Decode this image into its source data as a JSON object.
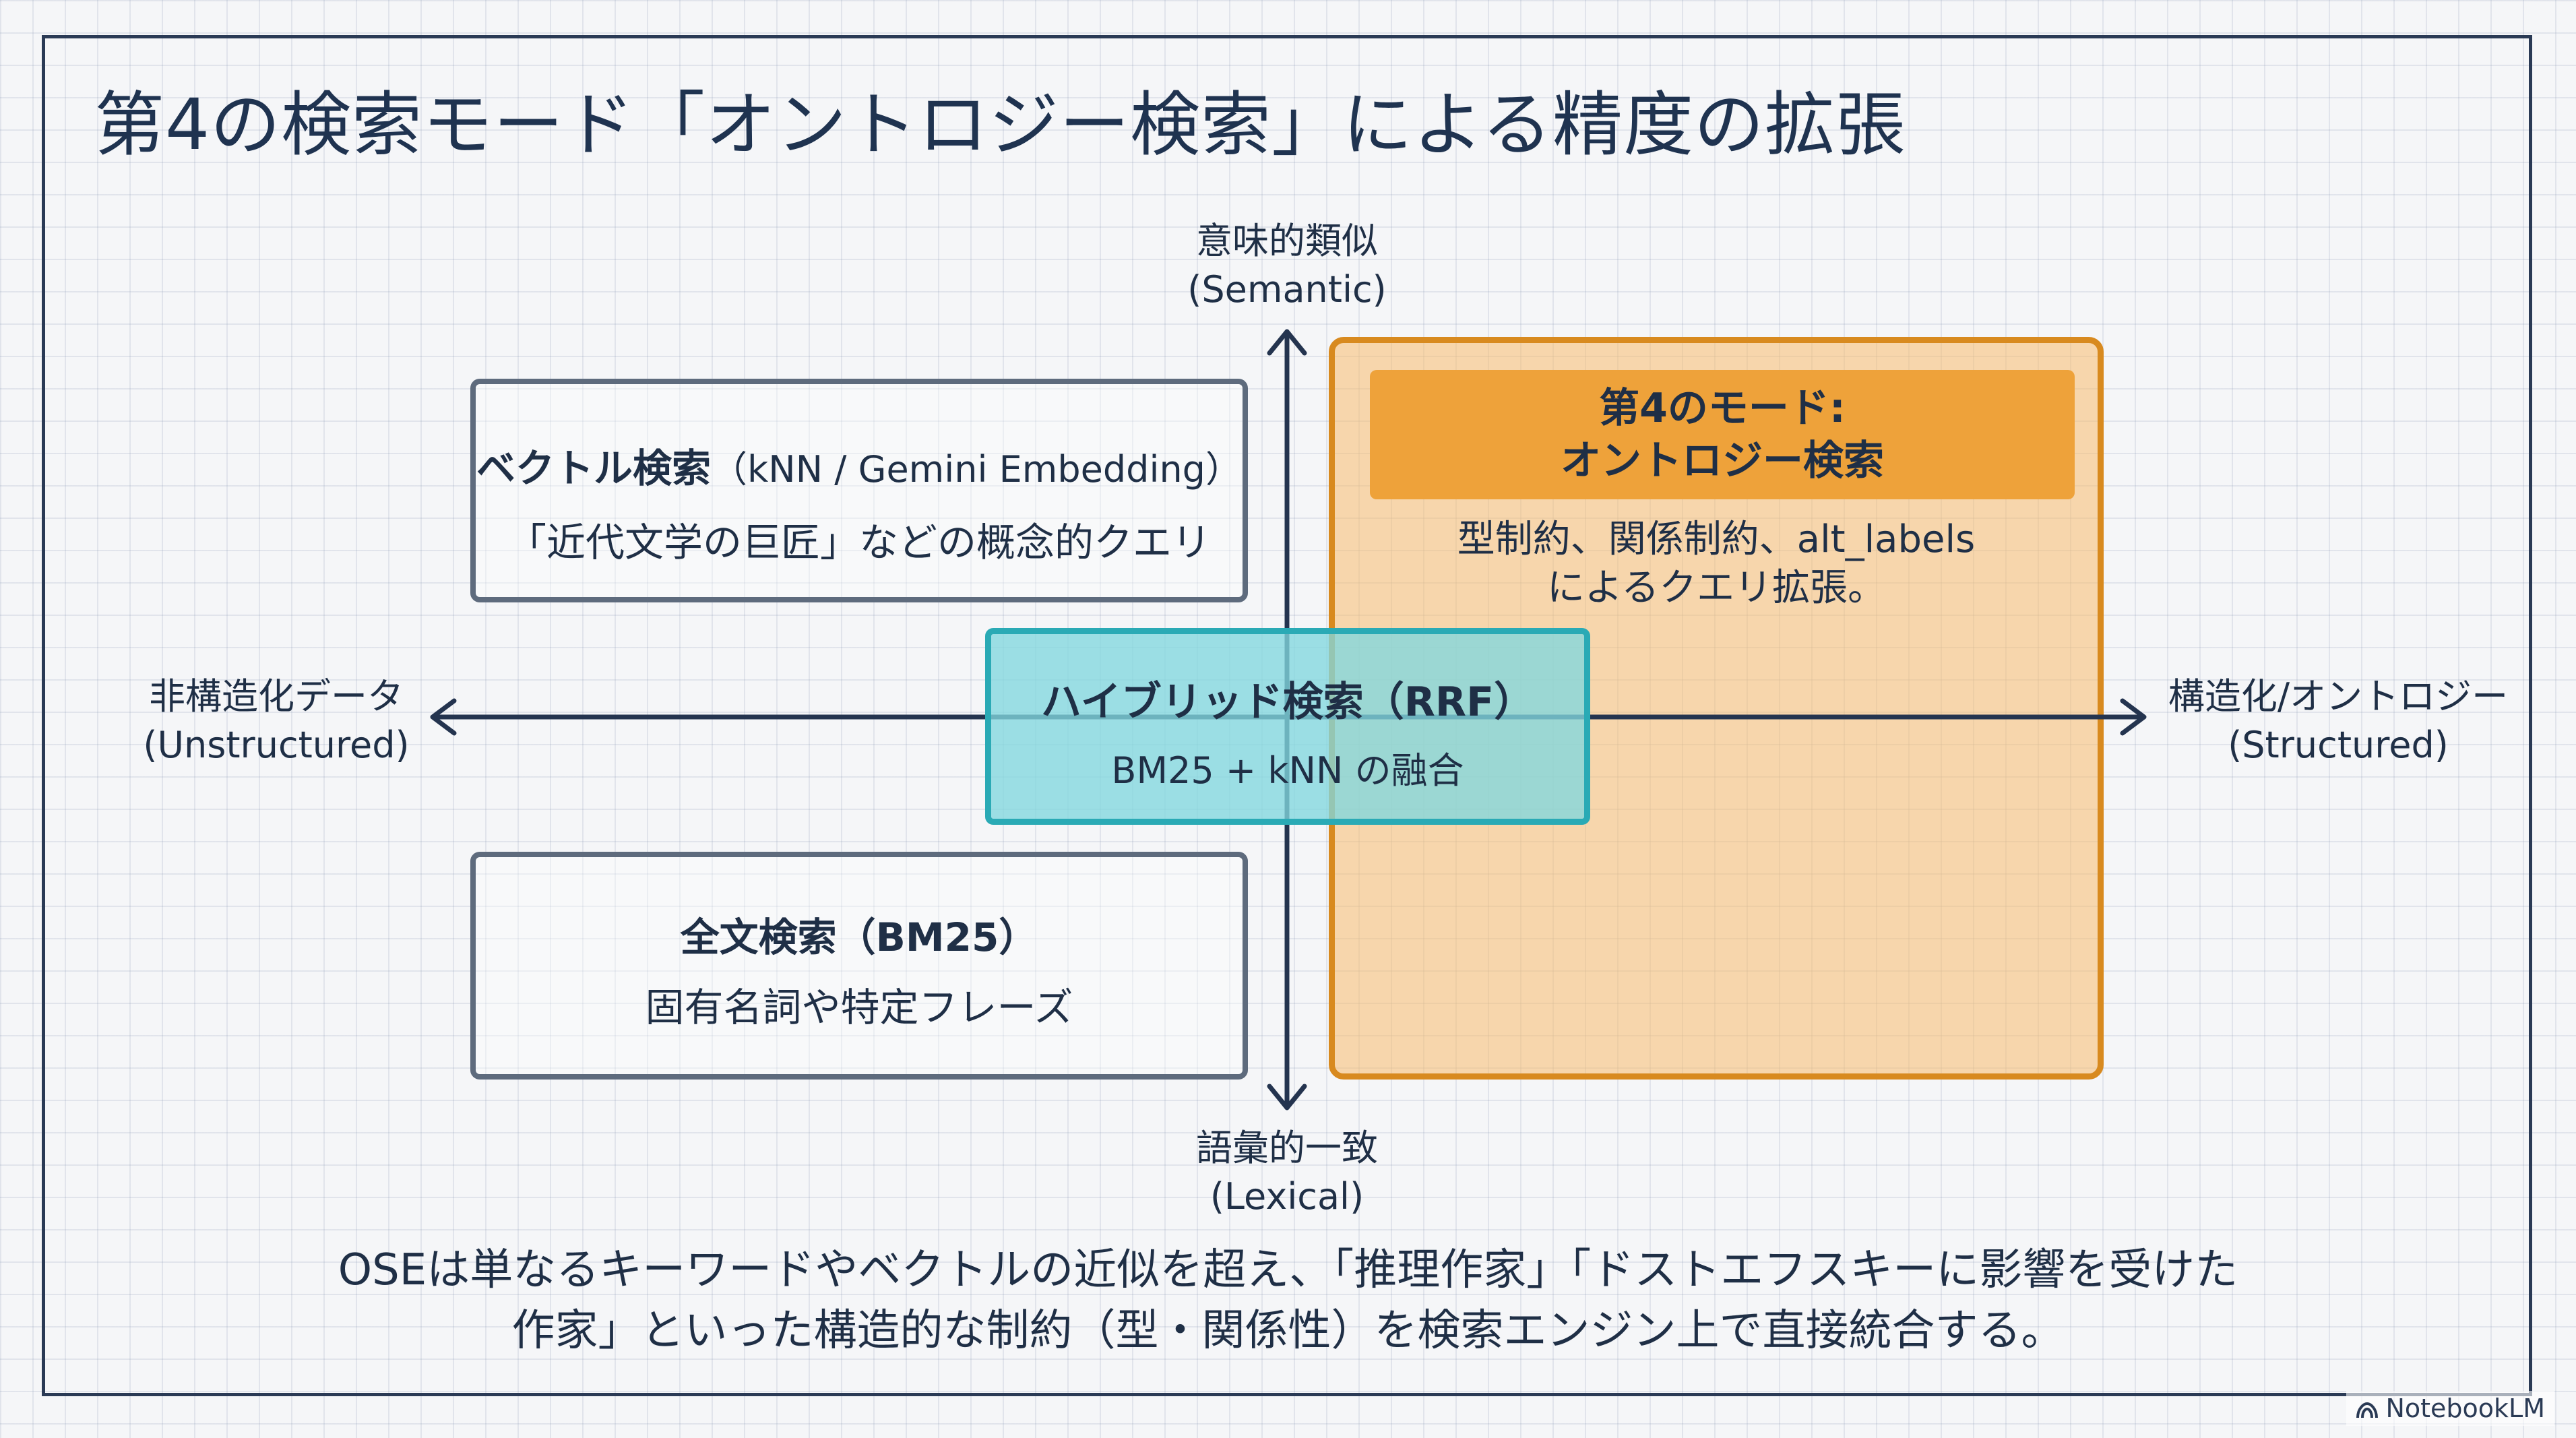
{
  "title": "第4の検索モード「オントロジー検索」による精度の拡張",
  "axes": {
    "top": {
      "line1": "意味的類似",
      "line2": "(Semantic)"
    },
    "bottom": {
      "line1": "語彙的一致",
      "line2": "(Lexical)"
    },
    "left": {
      "line1": "非構造化データ",
      "line2": "(Unstructured)"
    },
    "right": {
      "line1": "構造化/オントロジー",
      "line2": "(Structured)"
    }
  },
  "vector_box": {
    "title": "ベクトル検索",
    "subtitle": "（kNN / Gemini Embedding）",
    "description": "「近代文学の巨匠」などの概念的クエリ"
  },
  "fulltext_box": {
    "title": "全文検索（BM25）",
    "description": "固有名詞や特定フレーズ"
  },
  "hybrid_box": {
    "title": "ハイブリッド検索（RRF）",
    "description": "BM25 + kNN の融合"
  },
  "ontology_box": {
    "header_line1": "第4のモード:",
    "header_line2": "オントロジー検索",
    "body_line1": "型制約、関係制約、alt_labels",
    "body_line2": "によるクエリ拡張。"
  },
  "conclusion": {
    "line1": "OSEは単なるキーワードやベクトルの近似を超え、「推理作家」「ドストエフスキーに影響を受けた",
    "line2": "作家」といった構造的な制約（型・関係性）を検索エンジン上で直接統合する。"
  },
  "brand": "NotebookLM",
  "colors": {
    "frame": "#2a3a55",
    "ontology_fill": "#f7bc6e",
    "ontology_header": "#eea23a",
    "ontology_border": "#d88a1f",
    "hybrid_fill": "#82d7de",
    "hybrid_border": "#2aaab5",
    "box_border": "#5e6b7d",
    "axis": "#24344f"
  }
}
